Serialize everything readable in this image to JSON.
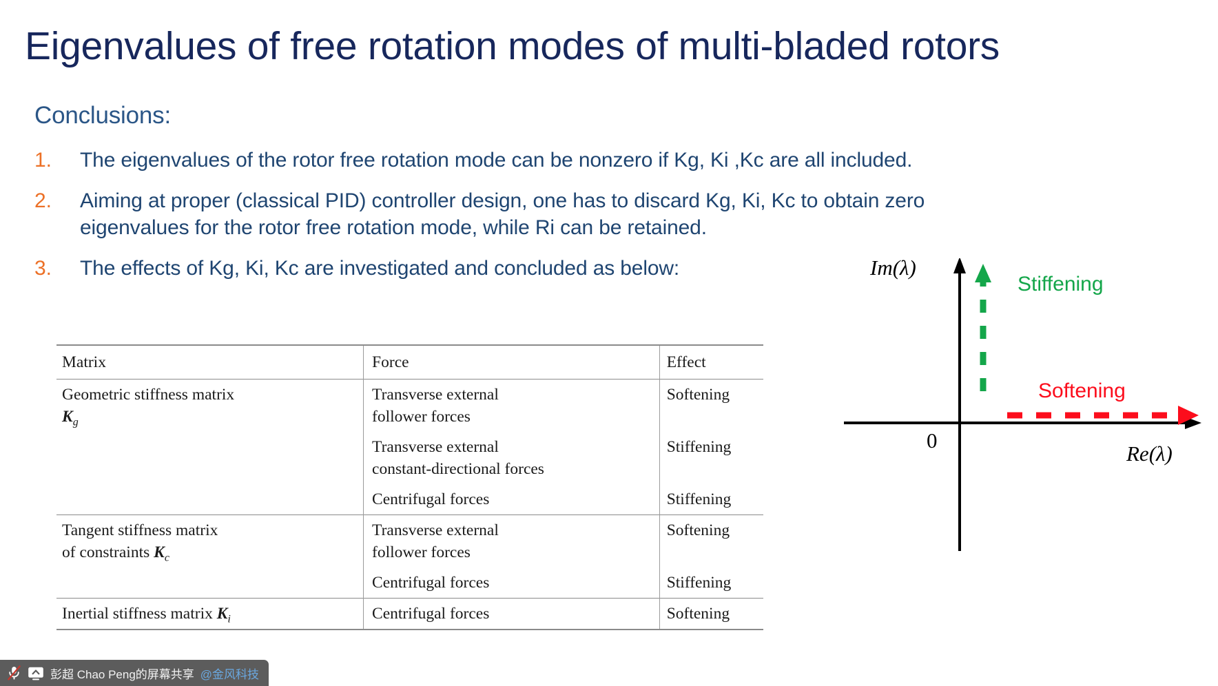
{
  "slide": {
    "title": "Eigenvalues of free rotation modes of multi-bladed rotors",
    "conclusions_heading": "Conclusions:",
    "bullets": [
      {
        "number": "1.",
        "lines": [
          "The eigenvalues of the rotor free rotation mode can be nonzero if Kg, Ki ,Kc are all included."
        ]
      },
      {
        "number": "2.",
        "lines": [
          "Aiming at proper (classical PID) controller design, one has to discard Kg, Ki, Kc to obtain zero",
          "eigenvalues for the rotor free rotation mode, while Ri can be retained."
        ]
      },
      {
        "number": "3.",
        "lines": [
          "The effects of Kg, Ki, Kc are investigated and concluded as below:"
        ]
      }
    ]
  },
  "table": {
    "headers": {
      "matrix": "Matrix",
      "force": "Force",
      "effect": "Effect"
    },
    "rows": [
      {
        "matrix_lines": [
          "Geometric stiffness matrix",
          ""
        ],
        "matrix_symbol": "K",
        "matrix_subscript": "g",
        "entries": [
          {
            "force_lines": [
              "Transverse external",
              "follower forces"
            ],
            "effect": "Softening"
          },
          {
            "force_lines": [
              "Transverse external",
              "constant-directional forces"
            ],
            "effect": "Stiffening"
          },
          {
            "force_lines": [
              "Centrifugal forces"
            ],
            "effect": "Stiffening"
          }
        ]
      },
      {
        "matrix_lines": [
          "Tangent stiffness matrix",
          "of constraints "
        ],
        "matrix_symbol": "K",
        "matrix_subscript": "c",
        "entries": [
          {
            "force_lines": [
              "Transverse external",
              "follower forces"
            ],
            "effect": "Softening"
          },
          {
            "force_lines": [
              "Centrifugal forces"
            ],
            "effect": "Stiffening"
          }
        ]
      },
      {
        "matrix_lines": [
          "Inertial stiffness matrix "
        ],
        "matrix_symbol": "K",
        "matrix_subscript": "i",
        "entries": [
          {
            "force_lines": [
              "Centrifugal forces"
            ],
            "effect": "Softening"
          }
        ]
      }
    ]
  },
  "diagram": {
    "imaginary_axis_label": "Im(λ)",
    "real_axis_label": "Re(λ)",
    "origin_label": "0",
    "stiffening_label": "Stiffening",
    "softening_label": "Softening",
    "stiffening_color": "#14a64a",
    "softening_color": "#fc0d1c",
    "axis_color": "#000000"
  },
  "share_bar": {
    "mic_icon": "microphone-muted-icon",
    "screen_icon": "screen-share-icon",
    "presenter_text": "彭超 Chao Peng的屏幕共享",
    "organization": "@金风科技",
    "background_color": "#5c5c5c"
  }
}
